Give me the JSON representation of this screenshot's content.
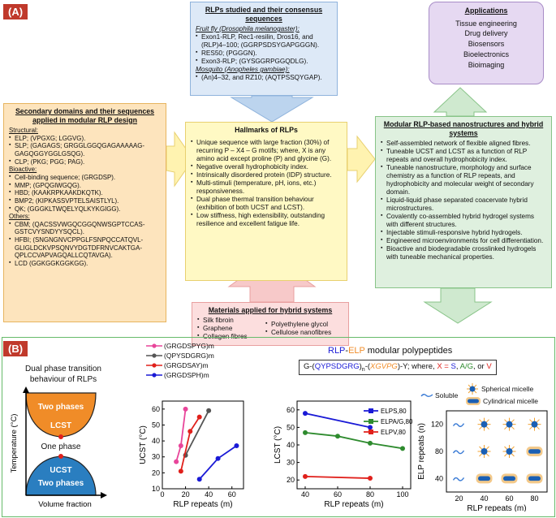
{
  "panel_a": {
    "tag": "(A)",
    "studied": {
      "title": "RLPs studied and their consensus sequences",
      "fruitfly_label": "Fruit fly (Drosophila melanogaster):",
      "fruitfly_items": [
        "Exon1-RLP, Rec1-resilin, Dros16, and (RLP)4–100; (GGRPSDSYGAPGGGN).",
        "RES50; (PGGGN).",
        "Exon3-RLP; (GYSGGRPGGQDLG)."
      ],
      "mosquito_label": "Mosquito (Anopheles gambiae):",
      "mosquito_items": [
        "(An)4–32, and RZ10; (AQTPSSQYGAP)."
      ]
    },
    "applications": {
      "title": "Applications",
      "items": [
        "Tissue engineering",
        "Drug delivery",
        "Biosensors",
        "Bioelectronics",
        "Bioimaging"
      ]
    },
    "secondary": {
      "title": "Secondary domains and their sequences applied in modular RLP design",
      "structural_label": "Structural:",
      "structural_items": [
        "ELP; (VPGXG; LGGVG).",
        "SLP; (GAGAGS; GRGGLGGQGAGAAAAAG-GAGQGGYGGLGSQG).",
        "CLP; (PKG; PGG; PAG)."
      ],
      "bioactive_label": "Bioactive:",
      "bioactive_items": [
        "Cell-binding sequence; (GRGDSP).",
        "MMP; (GPQGIWGQG).",
        "HBD; (KAAKRPKAAKDKQTK).",
        "BMP2; (KIPKASSVPTELSAISTLYL).",
        "QK; (GGGKLTWQELYQLKYKGIGG)."
      ],
      "others_label": "Others:",
      "others_items": [
        "CBM; (QACSSVWGQCGGQNWSGPTCCAS-GSTCVYSNDYYSQCL).",
        "HFBI; (SNGNGNVCPPGLFSNPQCCATQVL-GLIGLDCKVPSQNVYDGTDFRNVCAKTGA-QPLCCVAPVAGQALLCQTAVGA).",
        "LCD (GGKGGKGGKGG)."
      ]
    },
    "hallmarks": {
      "title": "Hallmarks of RLPs",
      "items": [
        "Unique sequence with large fraction (30%) of recurring P – X4 – G motifs; where, X is any amino acid except proline (P) and glycine (G).",
        "Negative overall hydrophobicity index.",
        "Intrinsically disordered protein (IDP) structure.",
        "Multi-stimuli (temperature, pH, ions, etc.) responsiveness.",
        "Dual phase thermal transition behaviour (exhibition of both UCST and LCST).",
        "Low stiffness, high extensibility, outstanding resilience and excellent fatigue life."
      ]
    },
    "modular": {
      "title": "Modular RLP-based nanostructures and hybrid systems",
      "items": [
        "Self-assembled network of flexible aligned fibres.",
        "Tuneable UCST and LCST as a function of RLP repeats and overall hydrophobicity index.",
        "Tuneable nanostructure, morphology and surface chemistry as a function of RLP repeats, and hydrophobicity and molecular weight of secondary domain.",
        "Liquid-liquid phase separated coacervate hybrid microstructures.",
        "Covalently co-assembled hybrid hydrogel systems with different structures.",
        "Injectable stimuli-responsive hybrid hydrogels.",
        "Engineered microenvironments for cell differentiation.",
        "Bioactive and biodegradable crosslinked hydrogels with tuneable mechanical properties."
      ]
    },
    "materials": {
      "title": "Materials applied for hybrid systems",
      "col1": [
        "Silk fibroin",
        "Graphene",
        "Collagen fibres"
      ],
      "col2": [
        "Polyethylene glycol",
        "Cellulose nanofibres"
      ]
    }
  },
  "panel_b": {
    "tag": "(B)",
    "phase": {
      "title": "Dual phase transition behaviour of RLPs",
      "upper": "Two phases",
      "lcst": "LCST",
      "middle": "One phase",
      "ucst": "UCST",
      "lower": "Two phases",
      "ylabel": "Temperature (°C)",
      "xlabel": "Volume fraction"
    },
    "ucst_chart": {
      "legend": [
        {
          "name": "(GRGDSPYG)m",
          "color": "#e8459a"
        },
        {
          "name": "(QPYSDGRG)m",
          "color": "#555555"
        },
        {
          "name": "(GRGDSAY)m",
          "color": "#e0201b"
        },
        {
          "name": "(GRGDSPH)m",
          "color": "#1a1ad6"
        }
      ]
    },
    "elp_title": {
      "rlp": "RLP",
      "dash": "-",
      "elp": "ELP",
      "rest": " modular polypeptides"
    },
    "formula": {
      "p1": "G-(",
      "rlp": "QYPSDGRG",
      "p2": ")",
      "n": "n",
      "p3": "-(",
      "elp": "XGVPG",
      "p4": ")",
      "p5": "-Y; where, ",
      "x": "X",
      "eq": " = ",
      "s": "S",
      "c1": ", ",
      "ag": "A/G",
      "c2": ", or ",
      "v": "V"
    },
    "lcst_chart": {
      "legend": [
        {
          "name": "ELPS,80",
          "color": "#1a1ad6"
        },
        {
          "name": "ELPA/G,80",
          "color": "#2e8b2e"
        },
        {
          "name": "ELPV,80",
          "color": "#e0201b"
        }
      ]
    },
    "micelle_legend": {
      "soluble": "Soluble",
      "spherical": "Spherical micelle",
      "cylindrical": "Cylindrical micelle"
    },
    "micelle_chart": {
      "ylabel": "ELP repeats (n)",
      "xlabel": "RLP repeats (m)"
    }
  },
  "chart_data": [
    {
      "type": "line",
      "ylabel": "UCST (°C)",
      "xlabel": "RLP repeats (m)",
      "xlim": [
        0,
        70
      ],
      "ylim": [
        10,
        65
      ],
      "xticks": [
        0,
        20,
        40,
        60
      ],
      "yticks": [
        10,
        20,
        30,
        40,
        50,
        60
      ],
      "series": [
        {
          "name": "(GRGDSPYG)m",
          "color": "#e8459a",
          "x": [
            12,
            16,
            20
          ],
          "y": [
            27,
            37,
            60
          ]
        },
        {
          "name": "(QPYSDGRG)m",
          "color": "#555555",
          "x": [
            20,
            40
          ],
          "y": [
            31,
            59
          ]
        },
        {
          "name": "(GRGDSAY)m",
          "color": "#e0201b",
          "x": [
            16,
            24,
            32
          ],
          "y": [
            21,
            46,
            55
          ]
        },
        {
          "name": "(GRGDSPH)m",
          "color": "#1a1ad6",
          "x": [
            32,
            48,
            64
          ],
          "y": [
            16,
            29,
            37
          ]
        }
      ]
    },
    {
      "type": "line",
      "ylabel": "LCST (°C)",
      "xlabel": "RLP repeats (m)",
      "xlim": [
        35,
        105
      ],
      "ylim": [
        15,
        65
      ],
      "xticks": [
        40,
        60,
        80,
        100
      ],
      "yticks": [
        20,
        30,
        40,
        50,
        60
      ],
      "series": [
        {
          "name": "ELPS,80",
          "color": "#1a1ad6",
          "x": [
            40,
            80
          ],
          "y": [
            58,
            50
          ]
        },
        {
          "name": "ELPA/G,80",
          "color": "#2e8b2e",
          "x": [
            40,
            60,
            80,
            100
          ],
          "y": [
            47,
            45,
            41,
            38
          ]
        },
        {
          "name": "ELPV,80",
          "color": "#e0201b",
          "x": [
            40,
            80
          ],
          "y": [
            22,
            21
          ]
        }
      ]
    },
    {
      "type": "scatter",
      "ylabel": "ELP repeats (n)",
      "xlabel": "RLP repeats (m)",
      "xticks": [
        20,
        40,
        60,
        80
      ],
      "yticks": [
        40,
        80,
        120
      ],
      "points": [
        {
          "x": 20,
          "y": 120,
          "state": "Soluble"
        },
        {
          "x": 40,
          "y": 120,
          "state": "Spherical micelle"
        },
        {
          "x": 60,
          "y": 120,
          "state": "Spherical micelle"
        },
        {
          "x": 80,
          "y": 120,
          "state": "Spherical micelle"
        },
        {
          "x": 20,
          "y": 80,
          "state": "Soluble"
        },
        {
          "x": 40,
          "y": 80,
          "state": "Spherical micelle"
        },
        {
          "x": 60,
          "y": 80,
          "state": "Spherical micelle"
        },
        {
          "x": 80,
          "y": 80,
          "state": "Cylindrical micelle"
        },
        {
          "x": 20,
          "y": 40,
          "state": "Soluble"
        },
        {
          "x": 40,
          "y": 40,
          "state": "Cylindrical micelle"
        },
        {
          "x": 60,
          "y": 40,
          "state": "Cylindrical micelle"
        },
        {
          "x": 80,
          "y": 40,
          "state": "Cylindrical micelle"
        }
      ]
    }
  ]
}
